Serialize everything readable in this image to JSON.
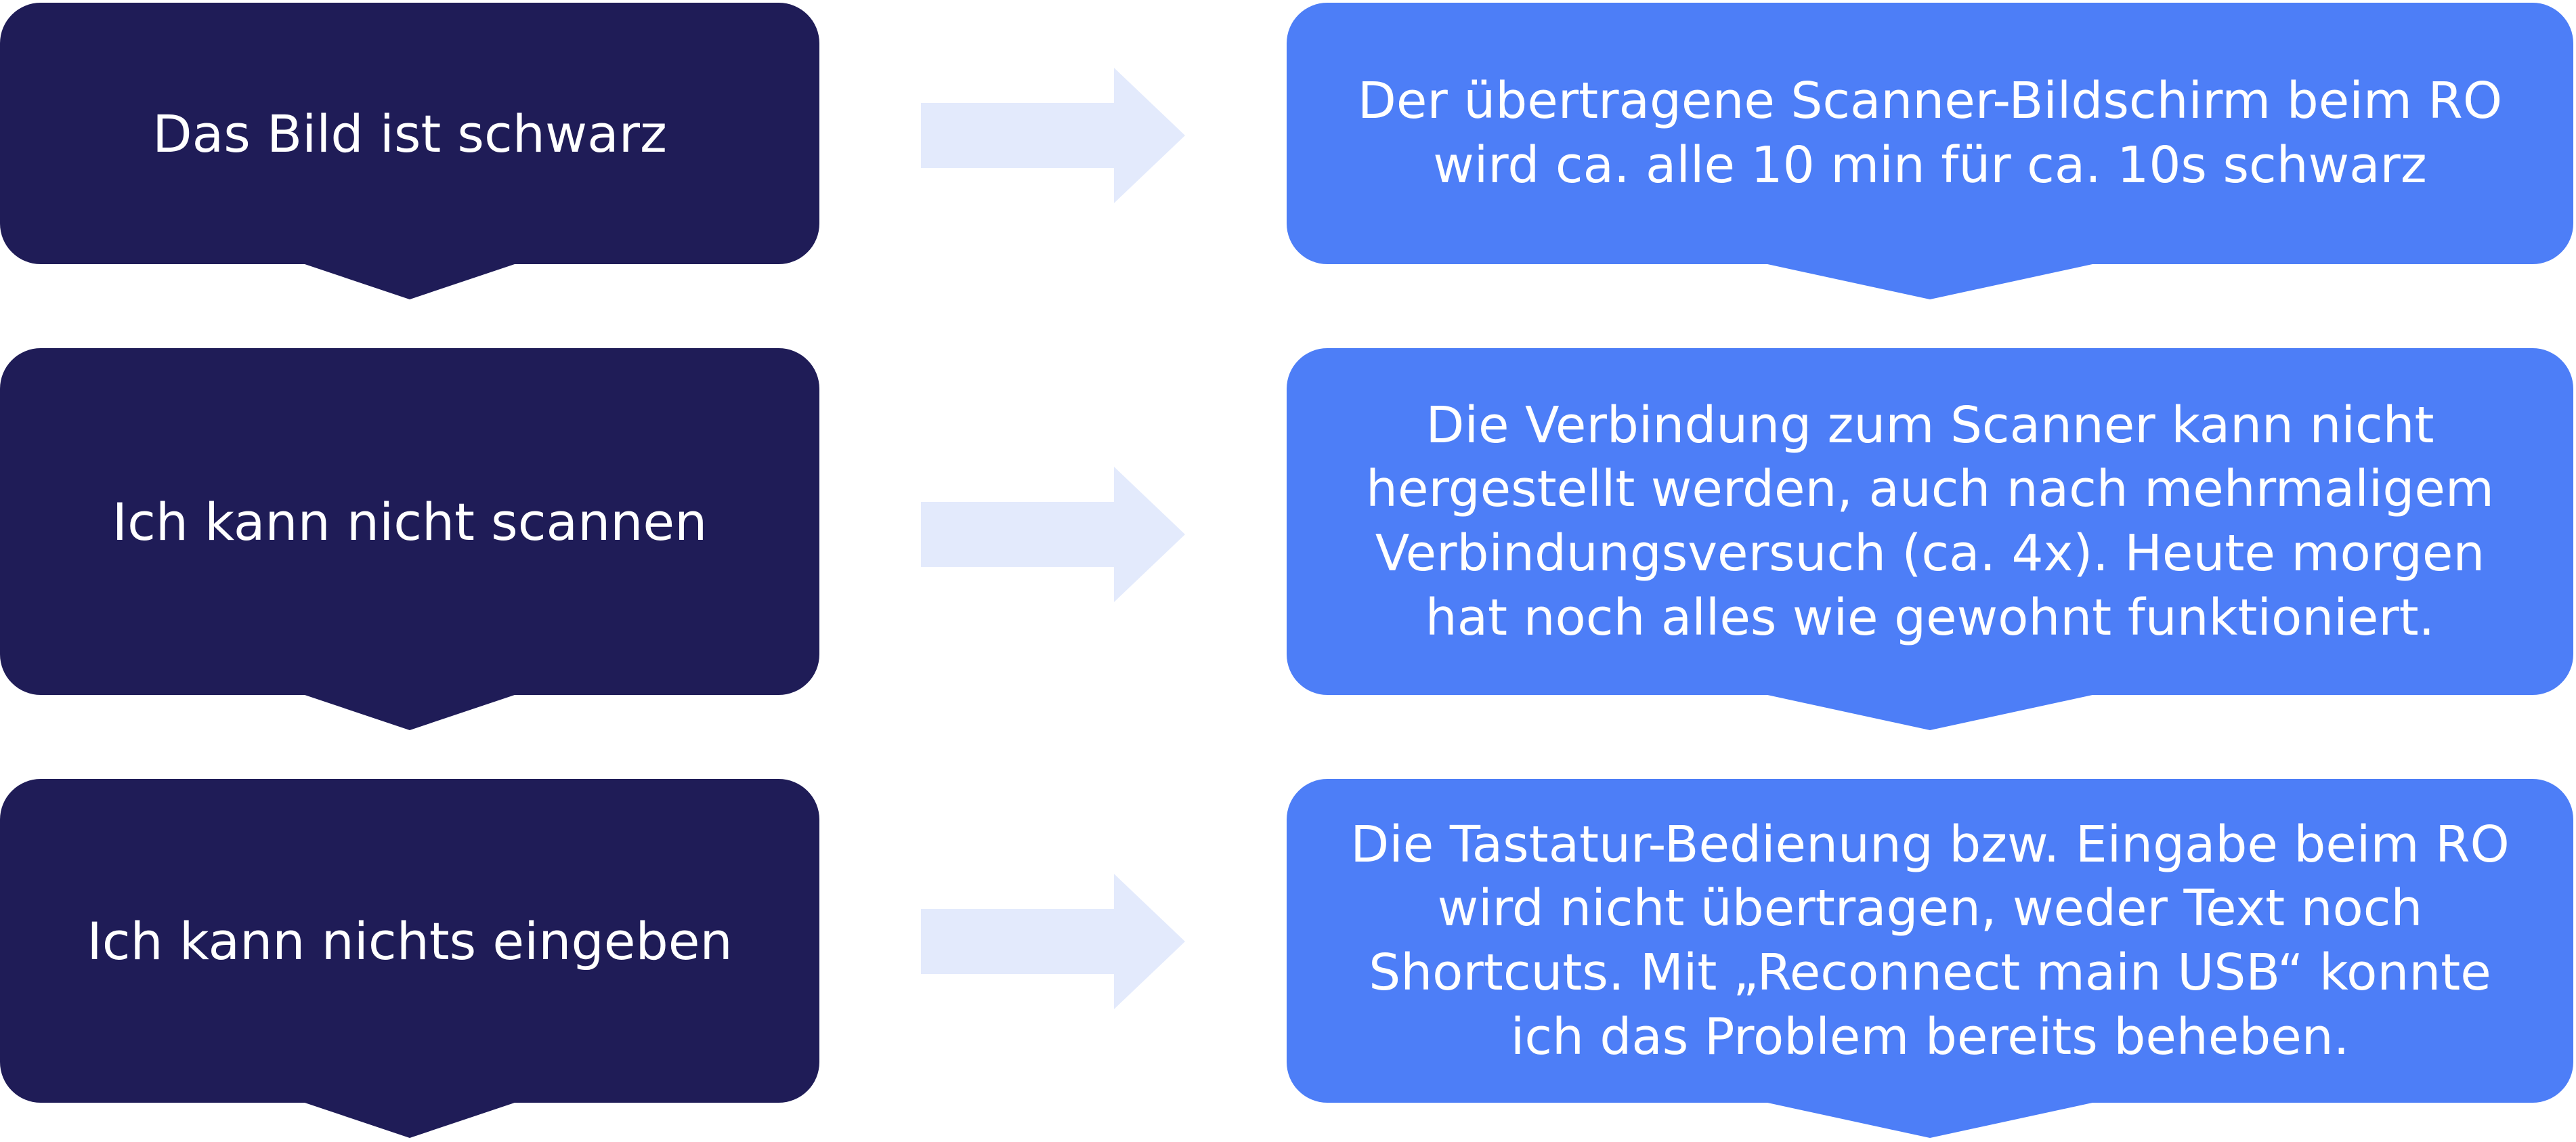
{
  "colors": {
    "problem_box": "#1f1c57",
    "description_box": "#4d7ef7",
    "arrow": "#e3eafc"
  },
  "rows": [
    {
      "problem": "Das Bild ist schwarz",
      "description": "Der übertragene Scanner-Bildschirm beim RO wird ca. alle 10 min für ca. 10s schwarz"
    },
    {
      "problem": "Ich kann nicht scannen",
      "description": "Die Verbindung zum Scanner kann nicht hergestellt werden, auch nach mehrmaligem Verbindungsversuch (ca. 4x). Heute morgen hat noch alles wie gewohnt funktioniert."
    },
    {
      "problem": "Ich kann nichts eingeben",
      "description": "Die Tastatur-Bedienung bzw. Eingabe beim RO wird nicht übertragen, weder Text noch Shortcuts. Mit „Reconnect main USB“ konnte ich das Problem bereits beheben."
    }
  ]
}
